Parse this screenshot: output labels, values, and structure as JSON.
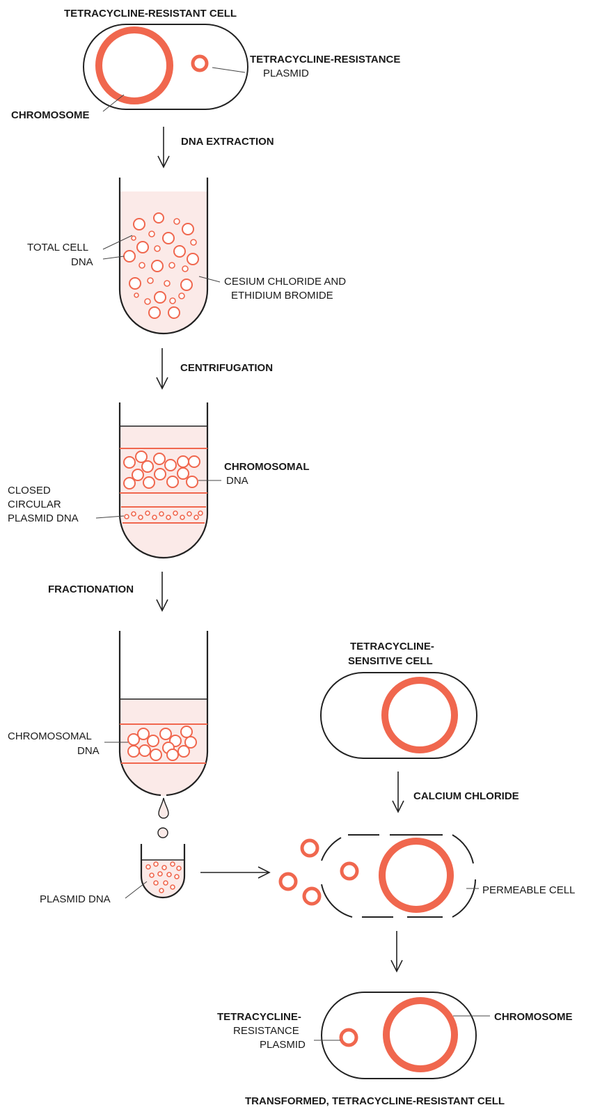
{
  "colors": {
    "dna": "#f0674e",
    "fluid": "#fbeae8",
    "ink": "#222222"
  },
  "labels": {
    "resistant_cell_title": "TETRACYCLINE-RESISTANT CELL",
    "plasmid_top_line1": "TETRACYCLINE-RESISTANCE",
    "plasmid_top_line2": "PLASMID",
    "chromosome_top": "CHROMOSOME",
    "dna_extraction": "DNA EXTRACTION",
    "total_cell_line1": "TOTAL CELL",
    "total_cell_line2": "DNA",
    "cesium_line1": "CESIUM CHLORIDE AND",
    "cesium_line2": "ETHIDIUM BROMIDE",
    "centrifugation": "CENTRIFUGATION",
    "chromosomal_line1": "CHROMOSOMAL",
    "chromosomal_line2": "DNA",
    "closed_line1": "CLOSED",
    "closed_line2": "CIRCULAR",
    "closed_line3": "PLASMID DNA",
    "fractionation": "FRACTIONATION",
    "chromosomal2_line1": "CHROMOSOMAL",
    "chromosomal2_line2": "DNA",
    "sensitive_line1": "TETRACYCLINE-",
    "sensitive_line2": "SENSITIVE CELL",
    "calcium_chloride": "CALCIUM CHLORIDE",
    "plasmid_dna": "PLASMID DNA",
    "permeable_cell": "PERMEABLE CELL",
    "final_plasmid_line1": "TETRACYCLINE-",
    "final_plasmid_line2": "RESISTANCE",
    "final_plasmid_line3": "PLASMID",
    "final_chromosome": "CHROMOSOME",
    "transformed_title": "TRANSFORMED, TETRACYCLINE-RESISTANT CELL"
  }
}
